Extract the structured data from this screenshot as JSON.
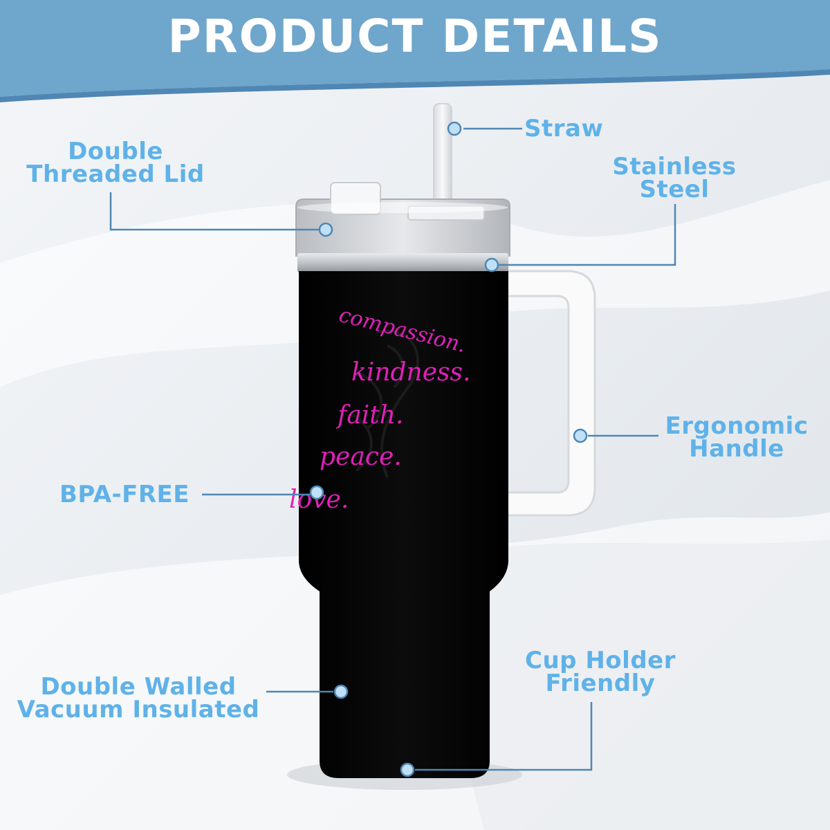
{
  "banner": {
    "title": "PRODUCT DETAILS",
    "color": "#6fa6cc"
  },
  "accent_color": "#5fb2e8",
  "callouts": {
    "straw": "Straw",
    "lid_line1": "Double",
    "lid_line2": "Threaded Lid",
    "steel_line1": "Stainless",
    "steel_line2": "Steel",
    "handle_line1": "Ergonomic",
    "handle_line2": "Handle",
    "bpa": "BPA-FREE",
    "insulated_line1": "Double Walled",
    "insulated_line2": "Vacuum Insulated",
    "cupholder_line1": "Cup Holder",
    "cupholder_line2": "Friendly"
  },
  "tumbler_print": {
    "words": [
      "compassion.",
      "kindness.",
      "faith.",
      "peace.",
      "love."
    ],
    "text_color": "#e020b8",
    "body_color": "#050505"
  }
}
